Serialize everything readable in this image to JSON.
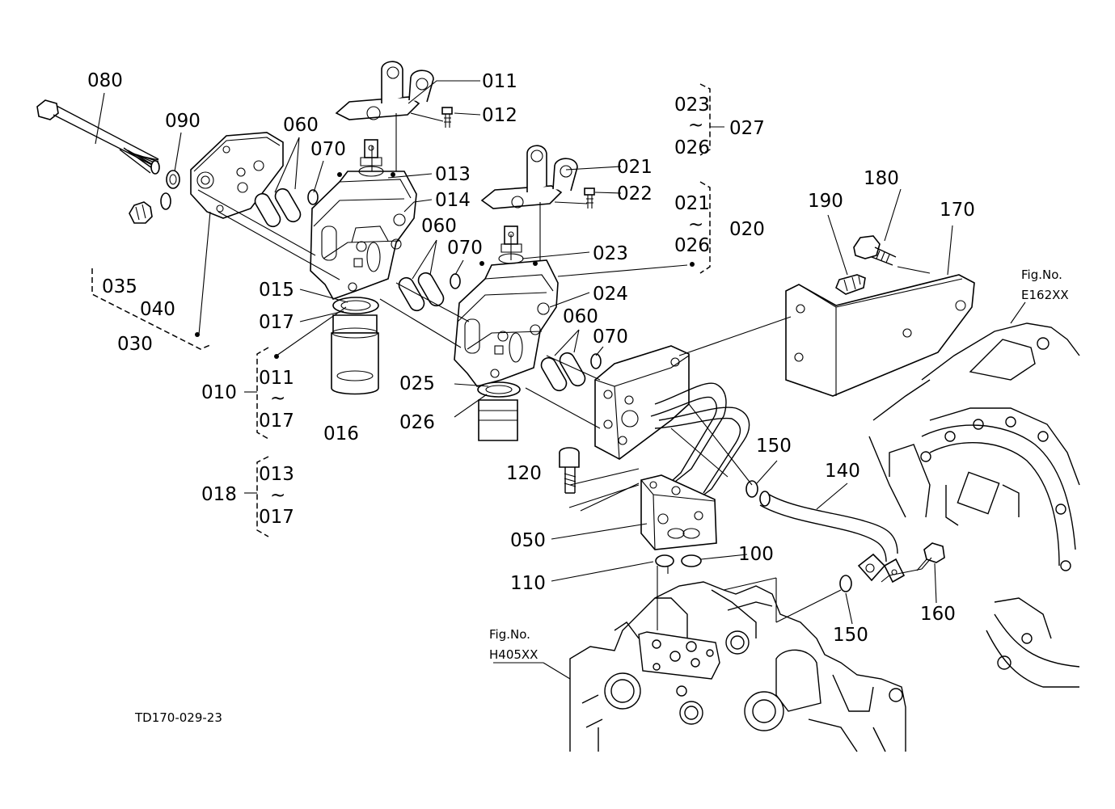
{
  "labels": {
    "p080": "080",
    "p090": "090",
    "p060a": "060",
    "p070a": "070",
    "p011": "011",
    "p012": "012",
    "p013": "013",
    "p014": "014",
    "p035": "035",
    "p040": "040",
    "p030": "030",
    "p015": "015",
    "p017": "017",
    "p016": "016",
    "p060b": "060",
    "p070b": "070",
    "p021": "021",
    "p022": "022",
    "p023": "023",
    "p024": "024",
    "p025": "025",
    "p026": "026",
    "p060c": "060",
    "p070c": "070",
    "g027_top": "023",
    "g027_tilde": "~",
    "g027_bot": "026",
    "g027": "027",
    "g020_top": "021",
    "g020_tilde": "~",
    "g020_bot": "026",
    "g020": "020",
    "g010_top": "011",
    "g010_tilde": "~",
    "g010_bot": "017",
    "g010": "010",
    "g018_top": "013",
    "g018_tilde": "~",
    "g018_bot": "017",
    "g018": "018",
    "p190": "190",
    "p180": "180",
    "p170": "170",
    "fig_e_label": "Fig.No.",
    "fig_e_code": "E162XX",
    "p120": "120",
    "p150a": "150",
    "p140": "140",
    "p050": "050",
    "p100": "100",
    "p110": "110",
    "p150b": "150",
    "p160": "160",
    "fig_h_label": "Fig.No.",
    "fig_h_code": "H405XX",
    "drawing_code": "TD170-029-23"
  }
}
